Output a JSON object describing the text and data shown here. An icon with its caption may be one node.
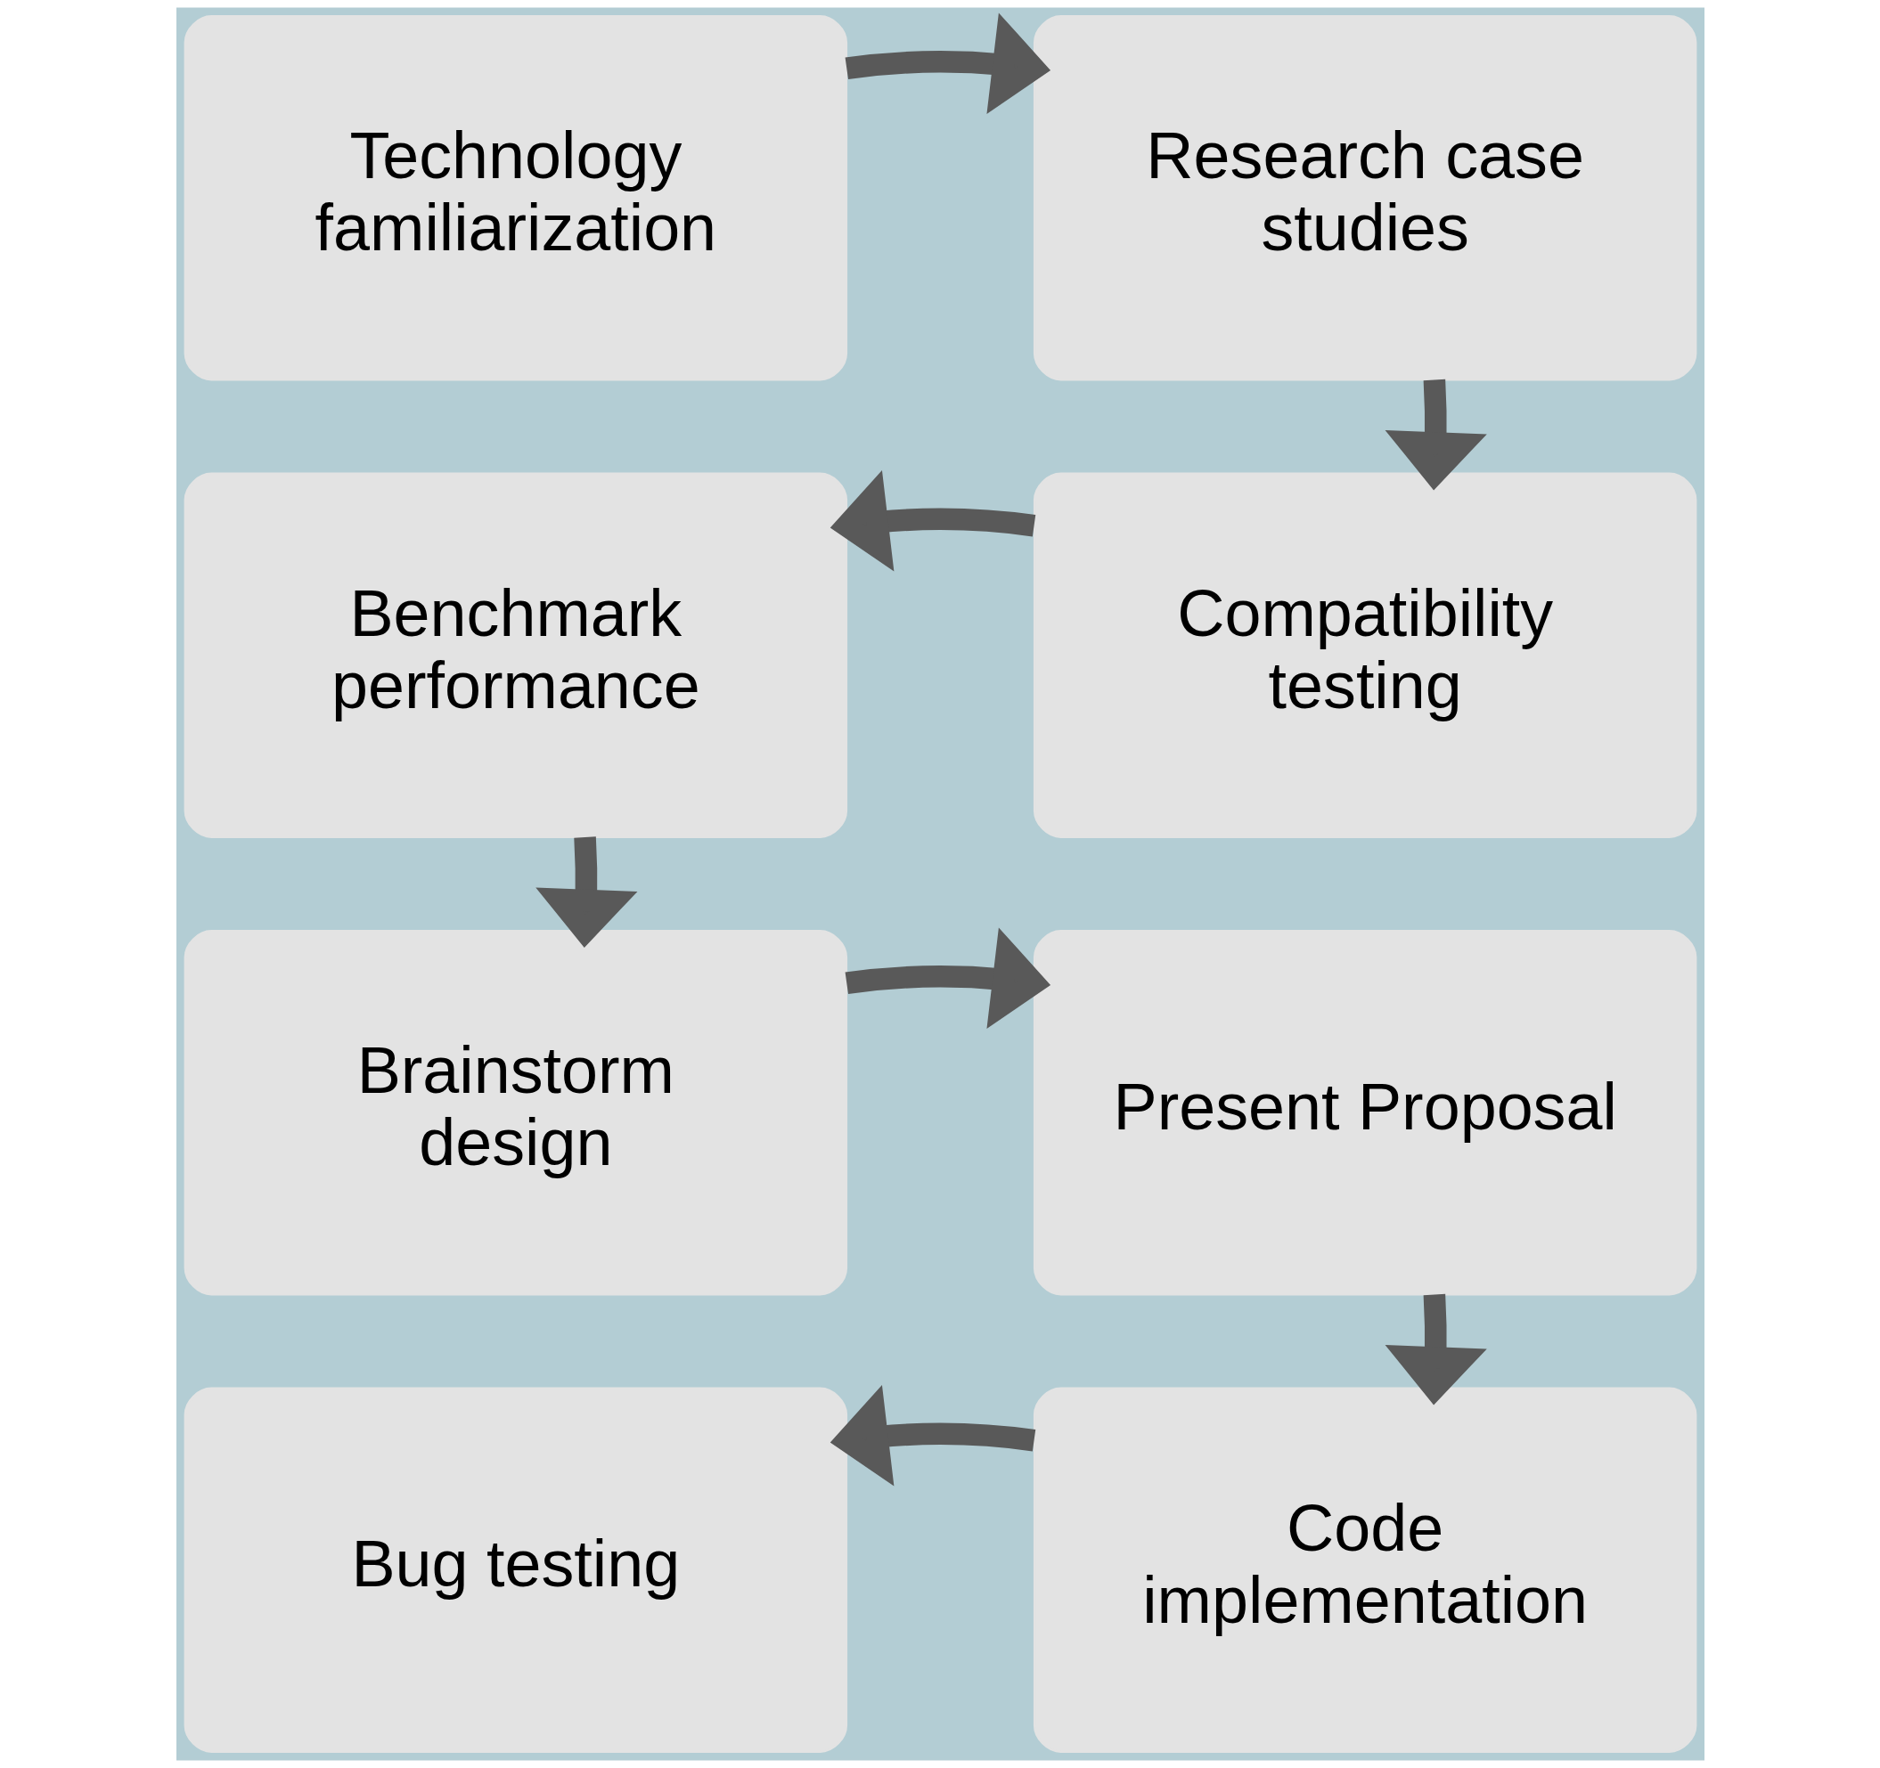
{
  "diagram": {
    "nodes": [
      {
        "text": [
          "Technology familiarization"
        ]
      },
      {
        "text": [
          "Research case studies"
        ]
      },
      {
        "text": [
          "Compatibility testing"
        ]
      },
      {
        "text": [
          "Benchmark performance"
        ]
      },
      {
        "text": [
          "Brainstorm design"
        ]
      },
      {
        "text": [
          "Present Proposal"
        ]
      },
      {
        "text": [
          "Code implementation"
        ]
      },
      {
        "text": [
          "Bug testing"
        ]
      }
    ],
    "edges": [
      {
        "from": 0,
        "to": 1,
        "arrow": "to"
      },
      {
        "from": 1,
        "to": 2,
        "arrow": "to"
      },
      {
        "from": 2,
        "to": 3,
        "arrow": "to"
      },
      {
        "from": 3,
        "to": 4,
        "arrow": "to"
      },
      {
        "from": 4,
        "to": 5,
        "arrow": "to"
      },
      {
        "from": 5,
        "to": 6,
        "arrow": "to"
      },
      {
        "from": 6,
        "to": 7,
        "arrow": "to"
      }
    ]
  }
}
